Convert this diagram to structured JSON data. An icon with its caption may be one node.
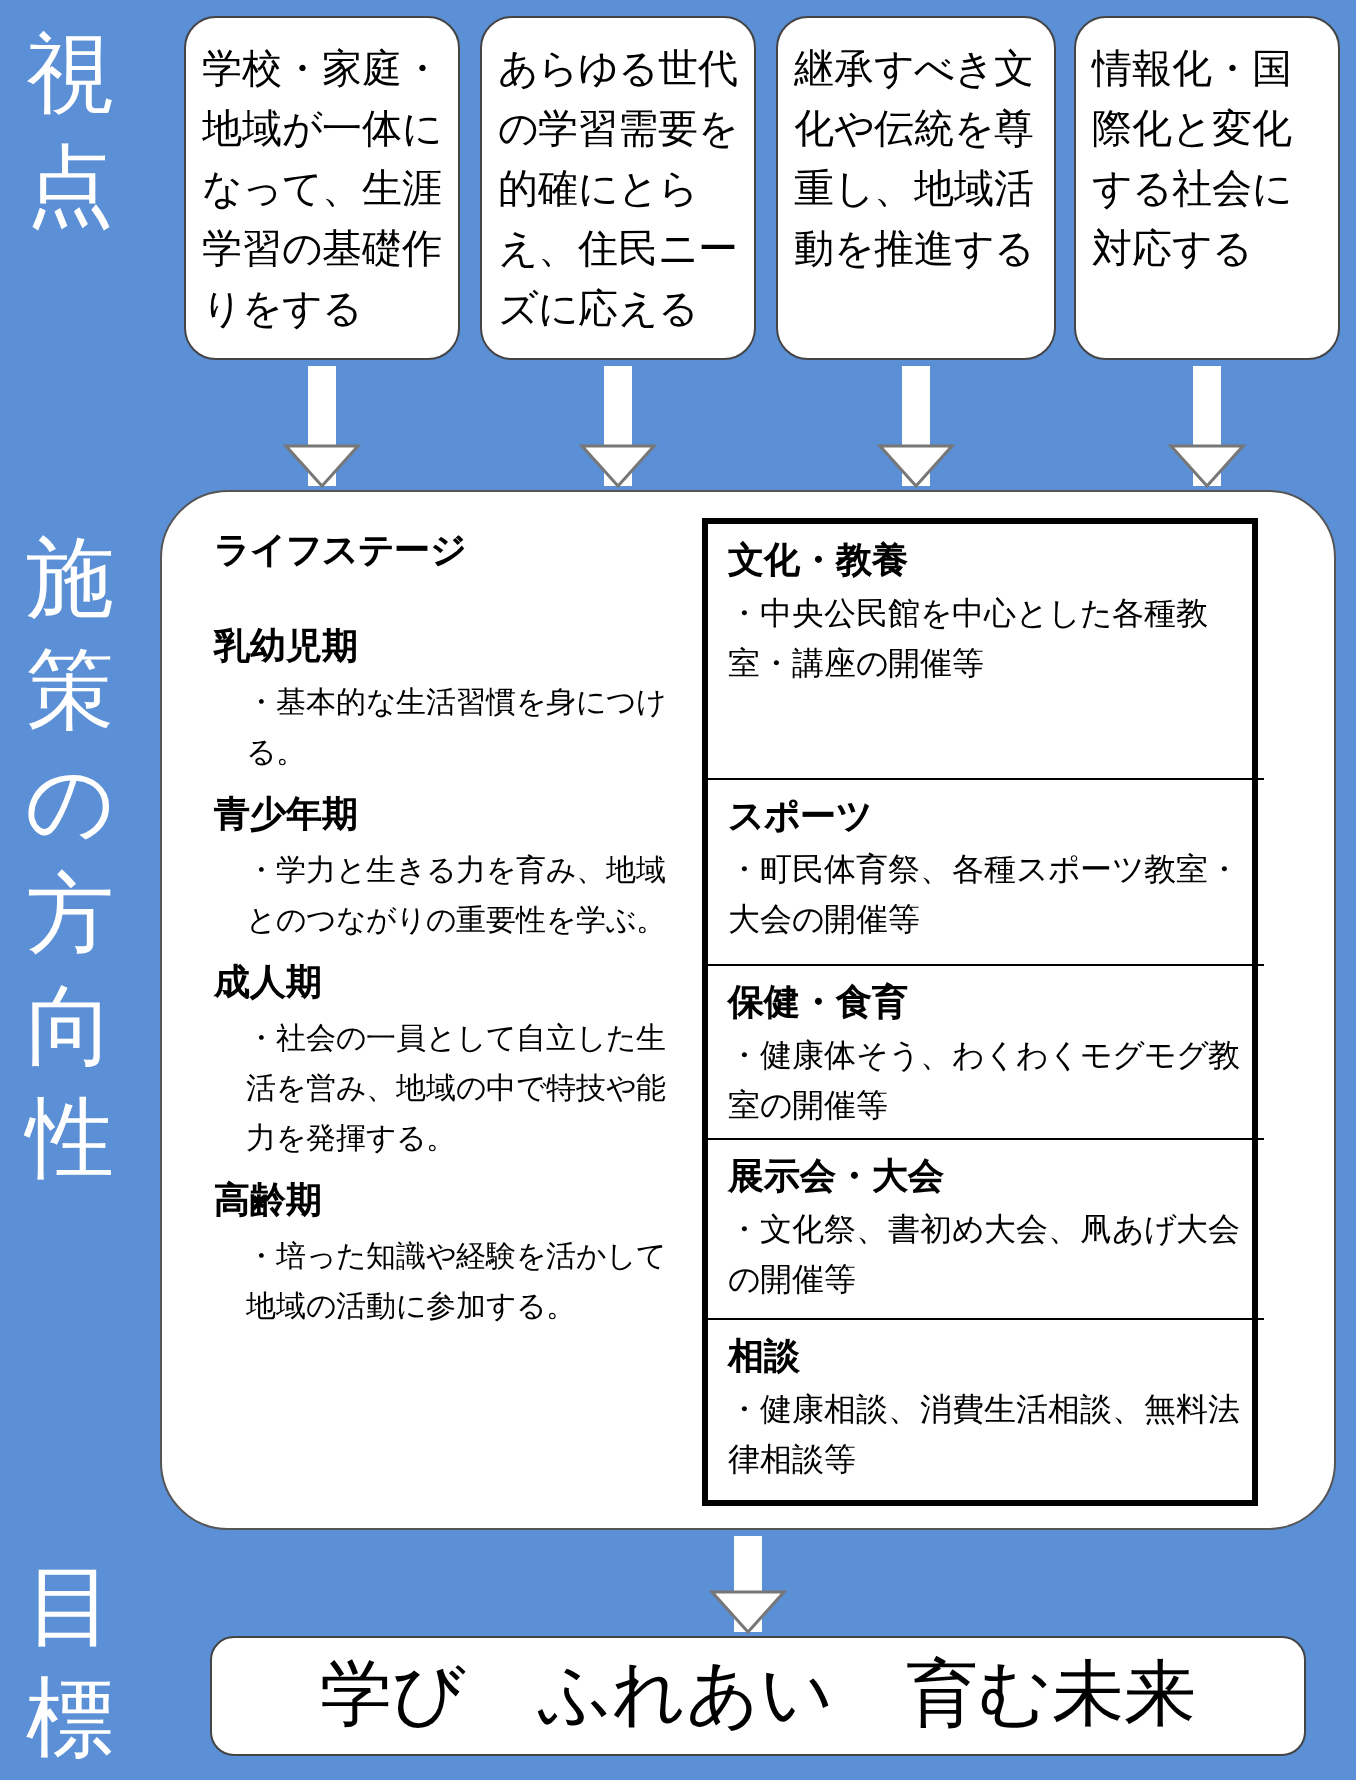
{
  "diagram": {
    "nodes": [
      {
        "text": [
          "学校・家庭・地域が一体になって、生涯学習の基礎作りをする"
        ]
      },
      {
        "text": [
          "あらゆる世代の学習需要を的確にとらえ、住民ニーズに応える"
        ]
      },
      {
        "text": [
          "継承すべき文化や伝統を尊重し、地域活動を推進する"
        ]
      },
      {
        "text": [
          "情報化・国際化と変化する社会に対応する"
        ]
      },
      {
        "text": [],
        "shape": "box"
      },
      {
        "text": [
          "ライフステージ",
          "乳幼児期",
          "・基本的な生活習慣を身につける。",
          "青少年期",
          "・学力と生きる力を育み、地域とのつながりの重要性を学ぶ。",
          "成人期",
          "・社会の一員として自立した生活を営み、地域の中で特技や能力を発揮する。",
          "高齢期",
          "・培った知識や経験を活かして地域の活動に参加する。"
        ],
        "in": 4
      },
      {
        "text": [],
        "shape": "box",
        "in": 4
      },
      {
        "text": [
          "文化・教養",
          "・中央公民館を中心とした各種教室・講座の開催等"
        ],
        "in": 6
      },
      {
        "text": [
          "スポーツ",
          "・町民体育祭、各種スポーツ教室・大会の開催等"
        ],
        "in": 6
      },
      {
        "text": [
          "保健・食育",
          "・健康体そう、わくわくモグモグ教室の開催等"
        ],
        "in": 6
      },
      {
        "text": [
          "展示会・大会",
          "・文化祭、書初め大会、凧あげ大会の開催等"
        ],
        "in": 6
      },
      {
        "text": [
          "相談",
          "・健康相談、消費生活相談、無料法律相談等"
        ],
        "in": 6
      },
      {
        "text": [
          "学び　ふれあい　育む未来"
        ]
      }
    ],
    "edges": [
      {
        "from": 0,
        "to": 4,
        "arrow": "to"
      },
      {
        "from": 1,
        "to": 4,
        "arrow": "to"
      },
      {
        "from": 2,
        "to": 4,
        "arrow": "to"
      },
      {
        "from": 3,
        "to": 4,
        "arrow": "to"
      },
      {
        "from": 4,
        "to": 12,
        "arrow": "to"
      }
    ],
    "labels": [
      "視点",
      "施策の方向性",
      "目標"
    ]
  }
}
